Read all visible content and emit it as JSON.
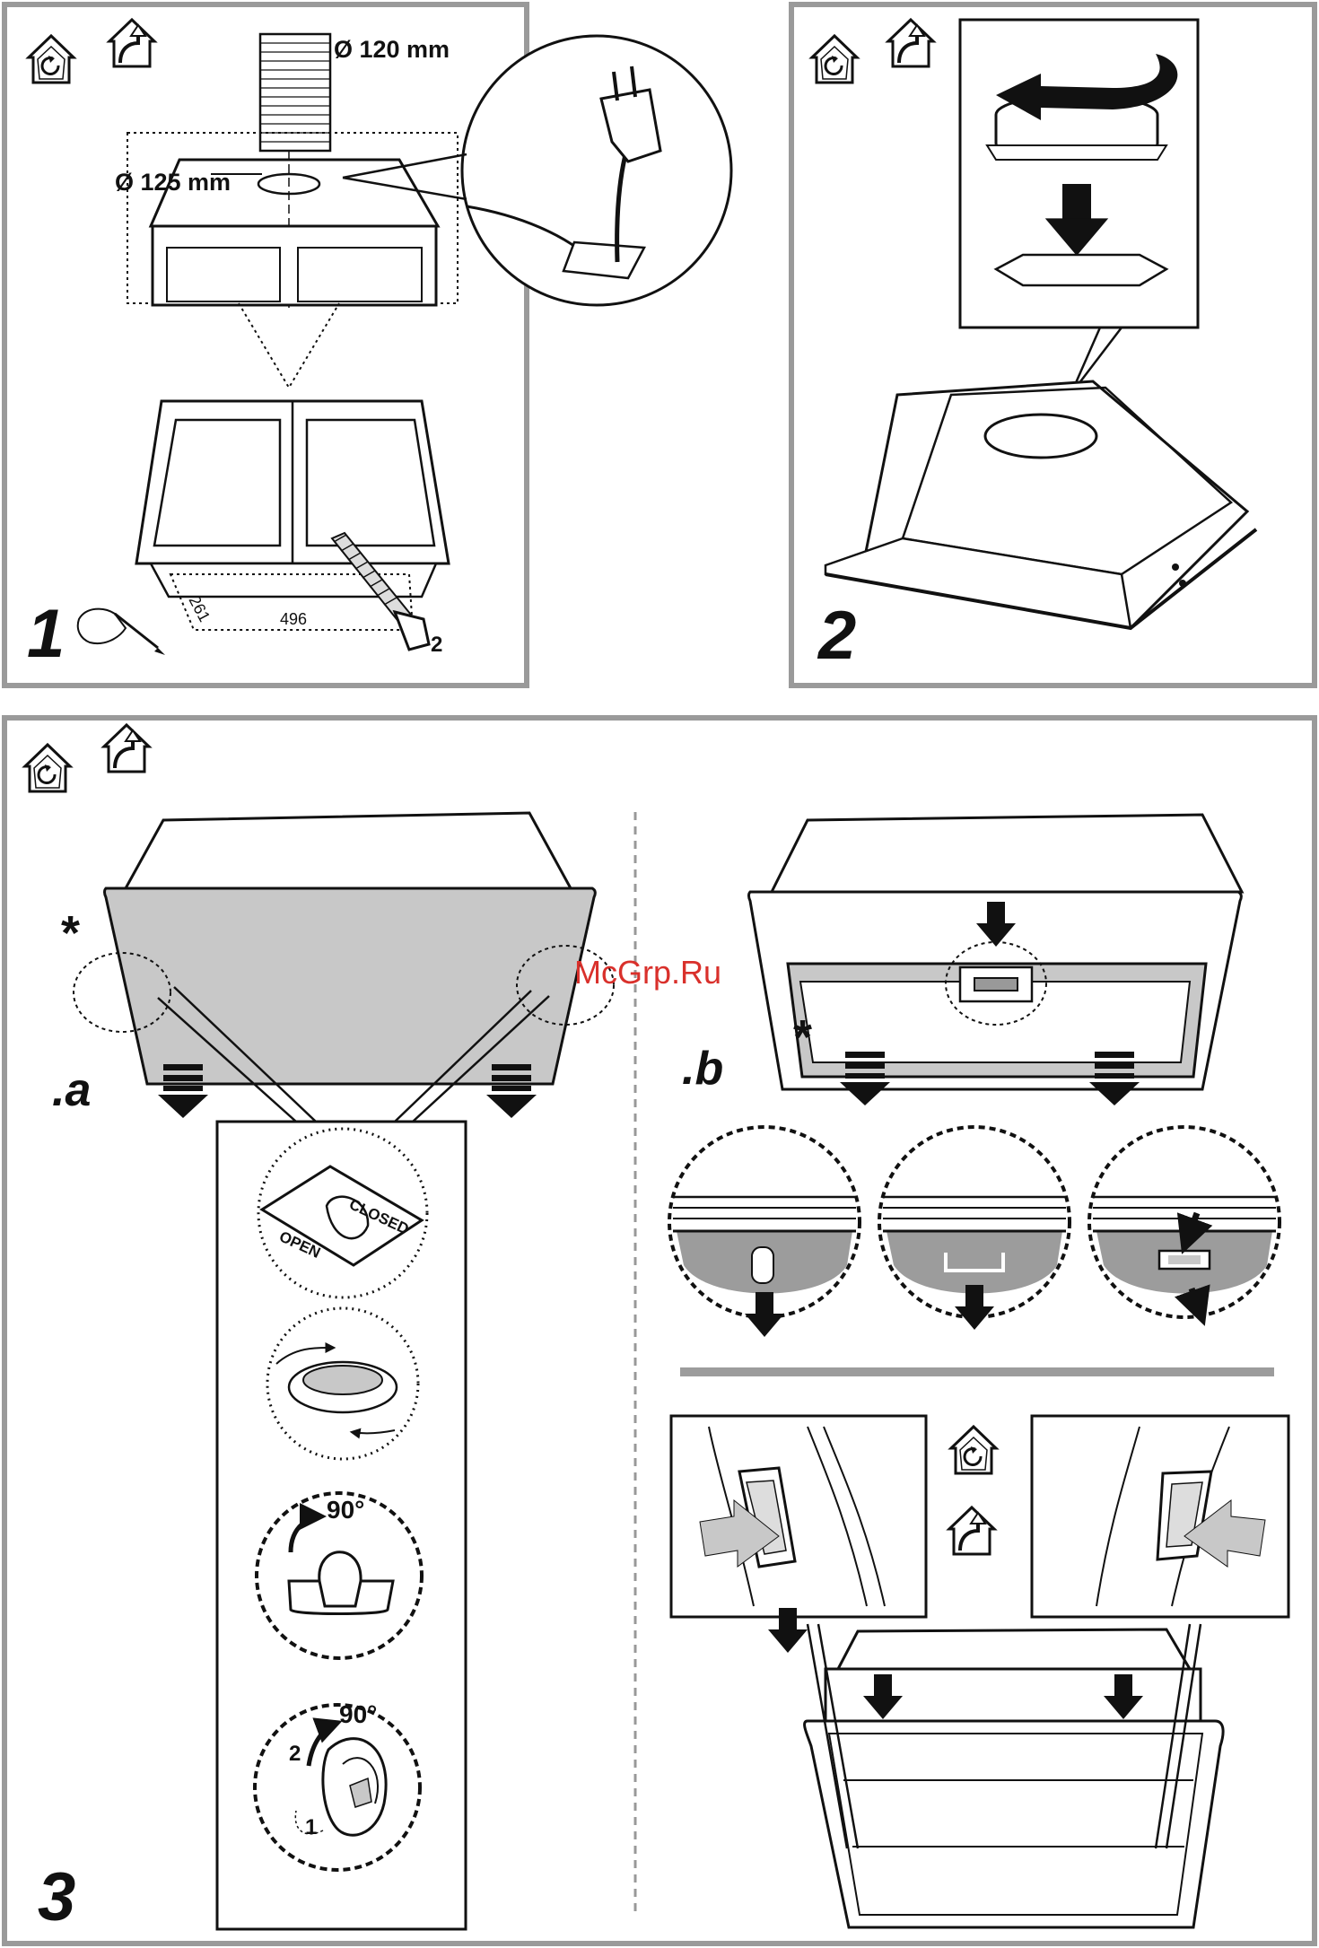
{
  "panel1": {
    "step_number": "1",
    "duct_diameter_label": "Ø 120 mm",
    "hole_diameter_label": "Ø 125 mm",
    "cutout_width": "496",
    "cutout_depth": "261",
    "saw_step": "2",
    "icons": [
      "recirculation-mode-icon",
      "ducted-mode-icon",
      "pencil-hand-icon",
      "saw-icon",
      "power-plug-icon"
    ]
  },
  "panel2": {
    "step_number": "2",
    "icons": [
      "recirculation-mode-icon",
      "ducted-mode-icon",
      "rotate-arrow-icon"
    ]
  },
  "panel3": {
    "step_number": "3",
    "section_a_label": ".a",
    "section_b_label": ".b",
    "asterisk": "*",
    "lock_open_label": "OPEN",
    "lock_closed_label": "CLOSED",
    "rotation_angle_1": "90°",
    "rotation_angle_2": "90°",
    "order_first": "1",
    "order_second": "2",
    "icons": [
      "recirculation-mode-icon",
      "ducted-mode-icon",
      "rotate-lock-icon"
    ]
  },
  "watermark": "McGrp.Ru",
  "colors": {
    "panel_border": "#9a9a9a",
    "shade": "#c8c8c8",
    "dark_shade": "#9c9c9c",
    "watermark": "#d9302b"
  }
}
